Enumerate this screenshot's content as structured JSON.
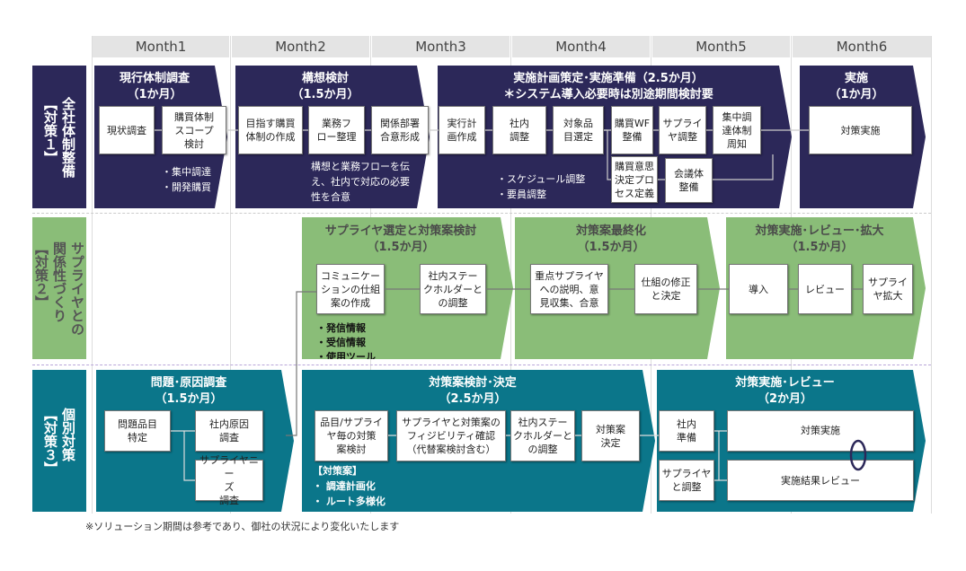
{
  "months": [
    "Month1",
    "Month2",
    "Month3",
    "Month4",
    "Month5",
    "Month6"
  ],
  "rows": [
    {
      "label": "全社体制整備\n【対策１】",
      "phases": [
        {
          "title": "現行体制調査\n（1か月）",
          "boxes": [
            "現状調査",
            "購買体制\nスコープ\n検討"
          ],
          "notes": "・集中調達\n・開発購買"
        },
        {
          "title": "構想検討\n（1.5か月）",
          "boxes": [
            "目指す購買\n体制の作成",
            "業務フ\nロー整理",
            "関係部署\n合意形成"
          ],
          "notes": "構想と業務フローを伝\nえ、社内で対応の必要\n性を合意"
        },
        {
          "title": "実施計画策定･実施準備（2.5か月）\n＊システム導入必要時は別途期間検討要",
          "boxes": [
            "実行計\n画作成",
            "社内\n調整",
            "対象品\n目選定",
            "購買WF\n整備",
            "サプライ\nヤ調整",
            "集中調\n達体制\n周知",
            "購買意思\n決定プロ\nセス定義",
            "会議体\n整備"
          ],
          "notes": "・スケジュール調整\n・要員調整"
        },
        {
          "title": "実施\n（1か月）",
          "boxes": [
            "対策実施"
          ]
        }
      ]
    },
    {
      "label": "サプライヤとの\n関係性づくり\n【対策２】",
      "phases": [
        {
          "title": "サプライヤ選定と対策案検討\n（1.5か月）",
          "boxes": [
            "コミュニケー\nションの仕組\n案の作成",
            "社内ステー\nクホルダーと\nの調整"
          ],
          "notes": "・発信情報\n・受信情報\n・使用ツール"
        },
        {
          "title": "対策案最終化\n（1.5か月）",
          "boxes": [
            "重点サプライヤ\nへの説明、意\n見収集、合意",
            "仕組の修正\nと決定"
          ]
        },
        {
          "title": "対策実施･レビュー･拡大\n（1.5か月）",
          "boxes": [
            "導入",
            "レビュー",
            "サプライ\nヤ拡大"
          ]
        }
      ]
    },
    {
      "label": "個別対策\n【対策３】",
      "phases": [
        {
          "title": "問題･原因調査\n（1.5か月）",
          "boxes": [
            "問題品目\n特定",
            "社内原因\n調査",
            "サプライヤニー\nズ\n調査"
          ]
        },
        {
          "title": "対策案検討･決定\n（2.5か月）",
          "boxes": [
            "品目/サプライ\nヤ毎の対策\n案検討",
            "サプライヤと対策案の\nフィジビリティ確認\n（代替案検討含む）",
            "社内ステー\nクホルダーと\nの調整",
            "対策案\n決定"
          ],
          "notes": "【対策案】\n・ 調達計画化\n・ ルート多様化"
        },
        {
          "title": "対策実施･レビュー\n（2か月）",
          "boxes": [
            "社内\n準備",
            "サプライヤ\nと調整",
            "対策実施",
            "実施結果レビュー"
          ]
        }
      ]
    }
  ],
  "footnote": "※ソリューション期間は参考であり、御社の状況により変化いたします",
  "colors": {
    "navy": "#2c2859",
    "green": "#8abd78",
    "teal": "#0b768a"
  }
}
